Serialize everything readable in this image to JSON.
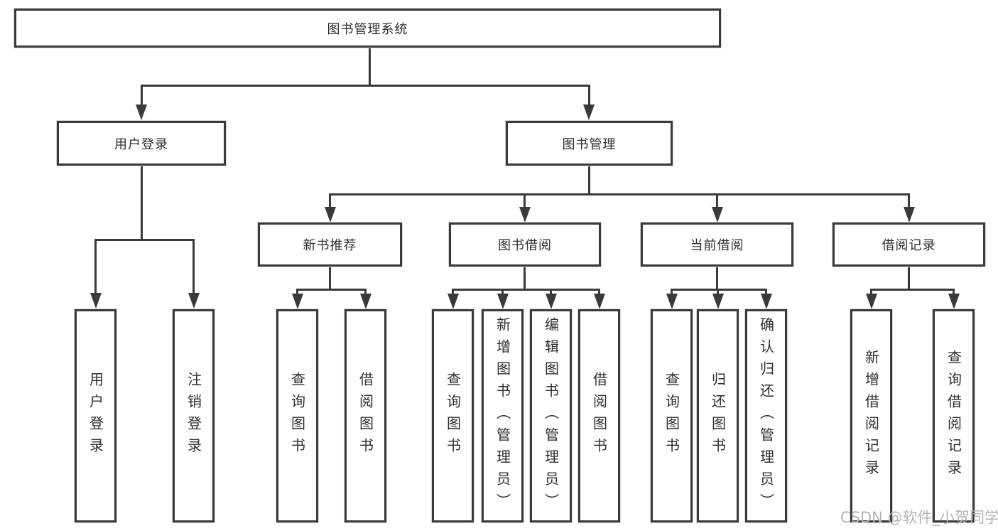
{
  "diagram": {
    "title_node": "图书管理系统",
    "root": {
      "label": "图书管理系统"
    },
    "branches": [
      {
        "label": "用户登录",
        "children": [
          {
            "label": "用户登录"
          },
          {
            "label": "注销登录"
          }
        ]
      },
      {
        "label": "图书管理",
        "groups": [
          {
            "label": "新书推荐",
            "children": [
              {
                "label": "查询图书"
              },
              {
                "label": "借阅图书"
              }
            ]
          },
          {
            "label": "图书借阅",
            "children": [
              {
                "label": "查询图书"
              },
              {
                "label": "新增图书（管理员）"
              },
              {
                "label": "编辑图书（管理员）"
              },
              {
                "label": "借阅图书"
              }
            ]
          },
          {
            "label": "当前借阅",
            "children": [
              {
                "label": "查询图书"
              },
              {
                "label": "归还图书"
              },
              {
                "label": "确认归还（管理员）"
              }
            ]
          },
          {
            "label": "借阅记录",
            "children": [
              {
                "label": "新增借阅记录"
              },
              {
                "label": "查询借阅记录"
              }
            ]
          }
        ]
      }
    ]
  },
  "colors": {
    "line": "#3a3a3a",
    "box_border": "#3a3a3a",
    "background": "#ffffff",
    "watermark": "#b5b5b5"
  },
  "watermark": {
    "text": "CSDN @软件_小贺同学"
  }
}
